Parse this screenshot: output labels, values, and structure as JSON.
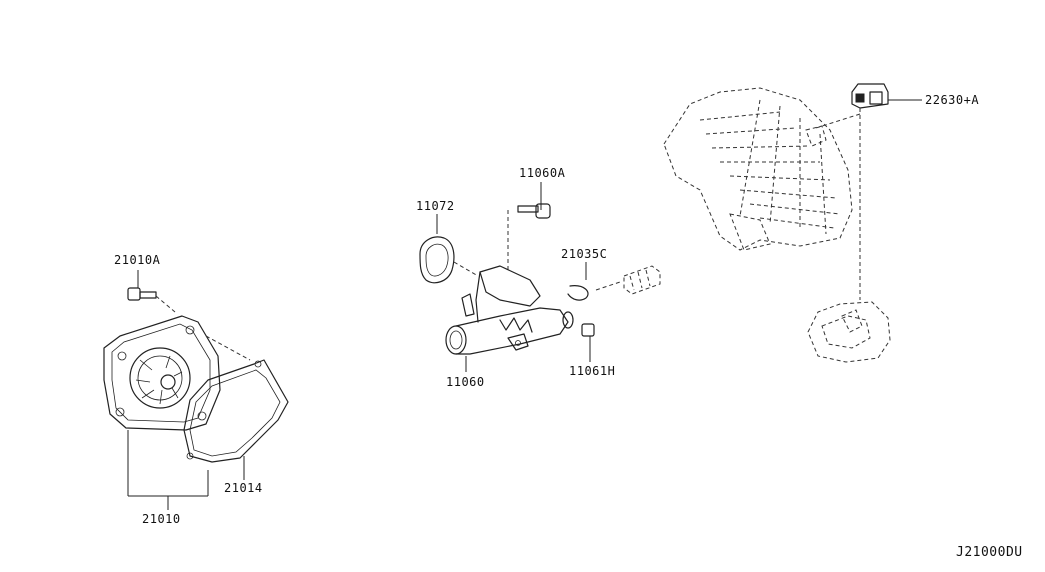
{
  "diagram": {
    "code": "J21000DU",
    "parts": [
      {
        "id": "21010A",
        "label": "21010A"
      },
      {
        "id": "21010",
        "label": "21010"
      },
      {
        "id": "21014",
        "label": "21014"
      },
      {
        "id": "11072",
        "label": "11072"
      },
      {
        "id": "11060A",
        "label": "11060A"
      },
      {
        "id": "11060",
        "label": "11060"
      },
      {
        "id": "21035C",
        "label": "21035C"
      },
      {
        "id": "11061H",
        "label": "11061H"
      },
      {
        "id": "22630A",
        "label": "22630+A"
      }
    ]
  }
}
